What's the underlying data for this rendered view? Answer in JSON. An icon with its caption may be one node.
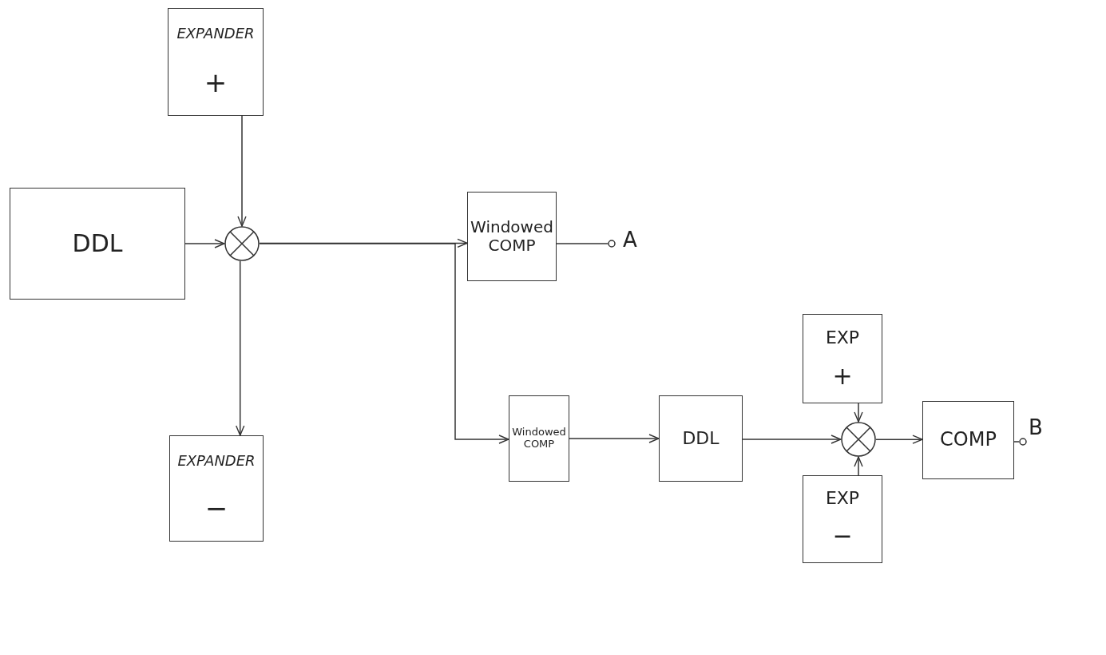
{
  "diagram": {
    "nodes": [
      {
        "text": [
          "EXPANDER",
          "+"
        ]
      },
      {
        "text": [
          "DDL"
        ]
      },
      {
        "text": [],
        "shape": "circle"
      },
      {
        "text": [
          "EXPANDER",
          "−"
        ]
      },
      {
        "text": [
          "Windowed COMP"
        ]
      },
      {
        "text": [],
        "shape": "circle",
        "beside": [
          "A"
        ]
      },
      {
        "text": [
          "EXP",
          "+"
        ]
      },
      {
        "text": [
          "Windowed COMP"
        ]
      },
      {
        "text": [
          "DDL"
        ]
      },
      {
        "text": [],
        "shape": "circle"
      },
      {
        "text": [
          "COMP"
        ]
      },
      {
        "text": [],
        "shape": "circle",
        "beside": [
          "B"
        ]
      },
      {
        "text": [
          "EXP",
          "−"
        ]
      }
    ],
    "edges": [
      {
        "from": 0,
        "to": 2,
        "arrow": "to"
      },
      {
        "from": 1,
        "to": 2,
        "arrow": "to"
      },
      {
        "from": 2,
        "to": 3,
        "arrow": "to"
      },
      {
        "from": 2,
        "to": 4,
        "arrow": "to"
      },
      {
        "from": 2,
        "to": 7,
        "arrow": "to"
      },
      {
        "from": 4,
        "to": 5,
        "arrow": "none"
      },
      {
        "from": 7,
        "to": 8,
        "arrow": "to"
      },
      {
        "from": 8,
        "to": 9,
        "arrow": "to"
      },
      {
        "from": 6,
        "to": 9,
        "arrow": "to"
      },
      {
        "from": 12,
        "to": 9,
        "arrow": "to"
      },
      {
        "from": 9,
        "to": 10,
        "arrow": "to"
      },
      {
        "from": 10,
        "to": 11,
        "arrow": "none"
      }
    ]
  }
}
